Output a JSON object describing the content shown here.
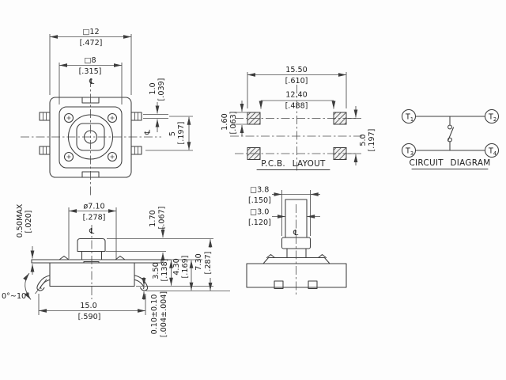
{
  "symbols": {
    "centerline": "℄"
  },
  "top_view": {
    "dim_outer": {
      "value": "□12",
      "inch": "[.472]"
    },
    "dim_inner": {
      "value": "□8",
      "inch": "[.315]"
    },
    "dim_terminal_thickness": {
      "value": "1.0",
      "inch": "[.039]"
    },
    "dim_terminal_pitch": {
      "value": "5",
      "inch": "[.197]"
    }
  },
  "pcb_layout": {
    "label": "P.C.B. LAYOUT",
    "dim_pad_span": {
      "value": "15.50",
      "inch": "[.610]"
    },
    "dim_pad_inner": {
      "value": "12.40",
      "inch": "[.488]"
    },
    "dim_pad_width": {
      "value": "1.60",
      "inch": "[.063]"
    },
    "dim_row_pitch": {
      "value": "5.0",
      "inch": "[.197]"
    }
  },
  "circuit_diagram": {
    "label": "CIRCUIT DIAGRAM",
    "terminals": [
      {
        "t": "T",
        "sub": "1"
      },
      {
        "t": "T",
        "sub": "2"
      },
      {
        "t": "T",
        "sub": "3"
      },
      {
        "t": "T",
        "sub": "4"
      }
    ]
  },
  "front_view": {
    "dim_button_dia": {
      "value": "ø7.10",
      "inch": "[.278]"
    },
    "dim_plate_height": {
      "value": "0.50MAX",
      "inch": "[.020]"
    },
    "dim_button_height": {
      "value": "1.70",
      "inch": "[.067]"
    },
    "dim_body_height": {
      "value": "3.50",
      "inch": "[.138]"
    },
    "dim_seated_height": {
      "value": "4.30",
      "inch": "[.169]"
    },
    "dim_total_height": {
      "value": "7.30",
      "inch": "[.287]"
    },
    "dim_coplanarity": {
      "value": "0.10±0.10",
      "inch": "[.004±.004]"
    },
    "dim_base_width": {
      "value": "15.0",
      "inch": "[.590]"
    },
    "dim_lead_angle": {
      "value": "0°~10°"
    }
  },
  "side_view": {
    "dim_stem_outer": {
      "value": "□3.8",
      "inch": "[.150]"
    },
    "dim_stem_inner": {
      "value": "□3.0",
      "inch": "[.120]"
    }
  }
}
